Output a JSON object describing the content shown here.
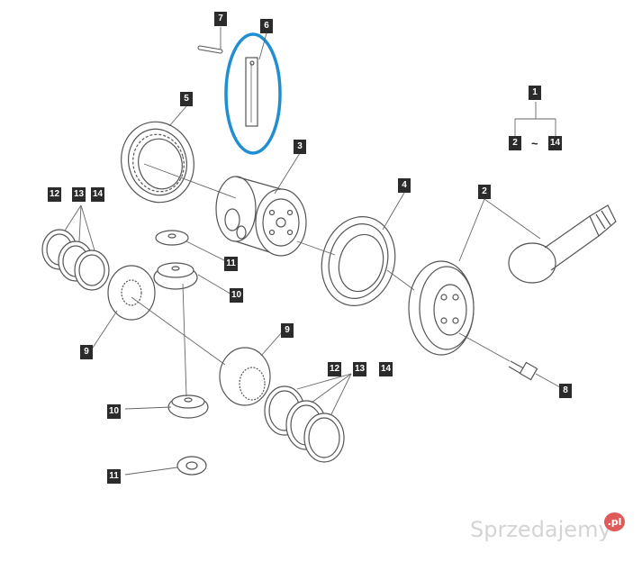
{
  "callouts": {
    "c1": "1",
    "c2_legend": "2",
    "c14_legend": "14",
    "c2": "2",
    "c3": "3",
    "c4": "4",
    "c5": "5",
    "c6": "6",
    "c7": "7",
    "c8": "8",
    "c9_left": "9",
    "c9_right": "9",
    "c10_upper": "10",
    "c10_lower": "10",
    "c11_upper": "11",
    "c11_lower": "11",
    "c12_left": "12",
    "c13_left": "13",
    "c14_left": "14",
    "c12_right": "12",
    "c13_right": "13",
    "c14_right": "14"
  },
  "legend": {
    "range_symbol": "~"
  },
  "watermark": {
    "text": "Sprzedajemy",
    "badge": ".pl"
  },
  "colors": {
    "callout_background": "#2b2b2b",
    "line": "#555555",
    "highlight": "#1f8fd0",
    "watermark": "#d4d4d4",
    "watermark_badge": "#e05a5a"
  }
}
